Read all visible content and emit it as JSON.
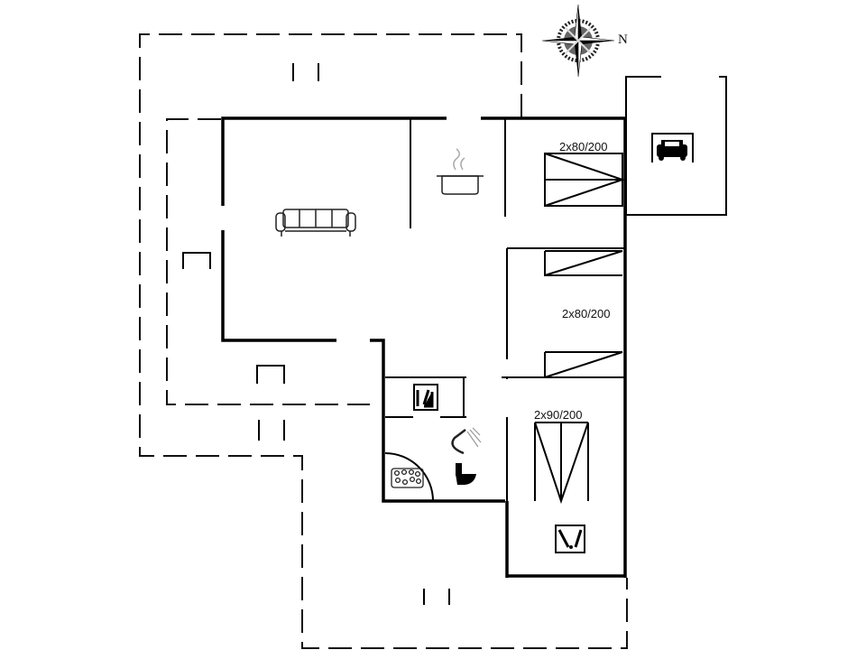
{
  "plan": {
    "compass_label": "N",
    "bed_labels": [
      "2x80/200",
      "2x80/200",
      "2x90/200"
    ],
    "icons": [
      "compass-rose-icon",
      "car-icon",
      "sofa-icon",
      "cooking-pot-icon",
      "washing-machine-icon",
      "shower-icon",
      "toilet-icon",
      "spa-bath-icon",
      "dishwasher-icon"
    ]
  }
}
